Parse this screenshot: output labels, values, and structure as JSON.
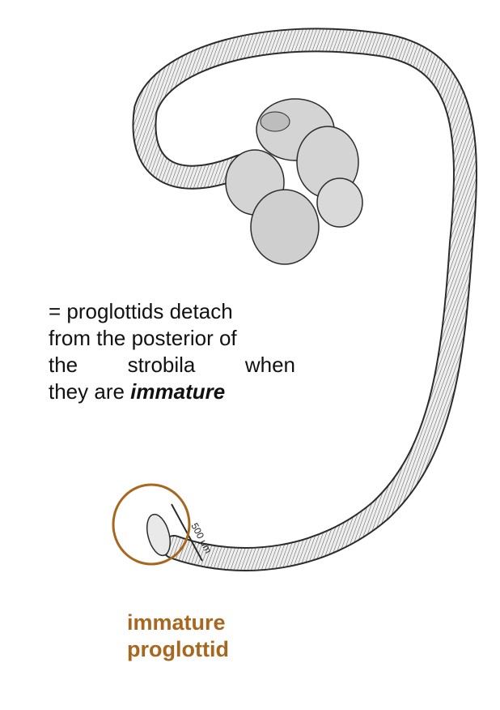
{
  "description": {
    "line1": "= proglottids detach",
    "line2": "from the posterior of",
    "line3_words": [
      "the",
      "strobila",
      "when"
    ],
    "line4_prefix": "they are ",
    "line4_emphasis": "immature"
  },
  "scale_bar": {
    "label": "500 μm"
  },
  "callout": {
    "line1": "immature",
    "line2": "proglottid"
  },
  "colors": {
    "accent": "#a8671e",
    "text": "#111111",
    "worm_outline": "#2b2b2b",
    "worm_fill": "#e9e9e9",
    "scolex_fill": "#d4d4d4"
  },
  "icons": {
    "callout_ring": "ellipse-outline",
    "scale_bar": "scale-bar-icon"
  }
}
